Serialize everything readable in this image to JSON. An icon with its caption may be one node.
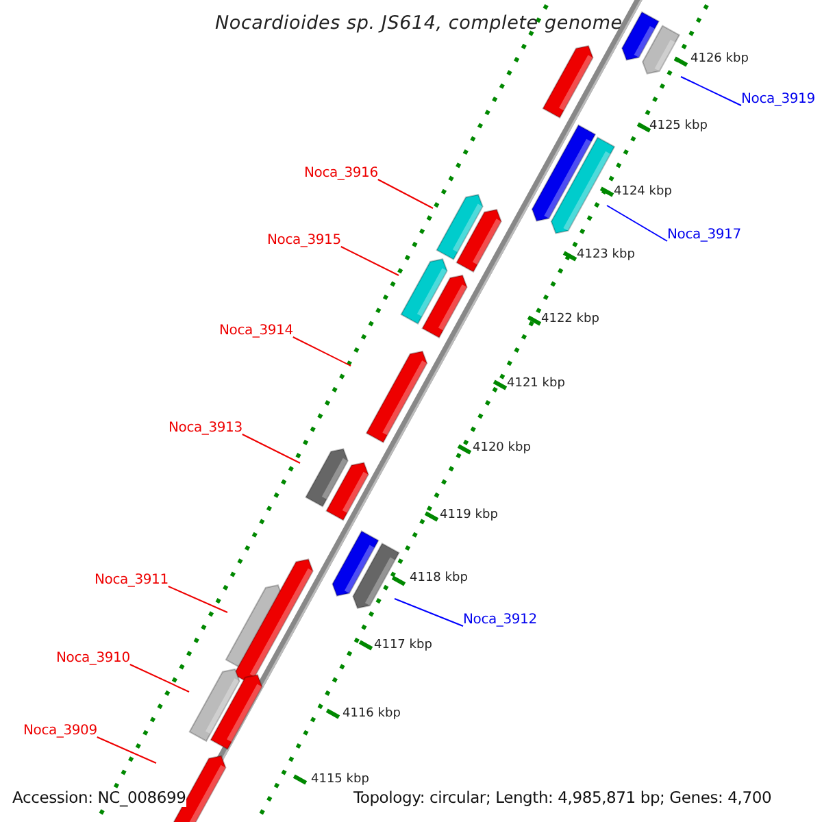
{
  "diagram": {
    "title": "Nocardioides sp. JS614, complete genome",
    "nodes": [
      {
        "text": [
          "Noca_3919"
        ]
      },
      {
        "text": [
          "Noca_3917"
        ]
      },
      {
        "text": [
          "Noca_3916"
        ]
      },
      {
        "text": [
          "Noca_3915"
        ]
      },
      {
        "text": [
          "Noca_3914"
        ]
      },
      {
        "text": [
          "Noca_3913"
        ]
      },
      {
        "text": [
          "Noca_3912"
        ]
      },
      {
        "text": [
          "Noca_3911"
        ]
      },
      {
        "text": [
          "Noca_3910"
        ]
      },
      {
        "text": [
          "Noca_3909"
        ]
      }
    ],
    "edges": [
      {
        "from": 0,
        "to": null,
        "arrow": "none",
        "color": "#0000ff"
      },
      {
        "from": 1,
        "to": null,
        "arrow": "none",
        "color": "#0000ff"
      },
      {
        "from": 2,
        "to": null,
        "arrow": "none"
      },
      {
        "from": 3,
        "to": null,
        "arrow": "none"
      },
      {
        "from": 4,
        "to": null,
        "arrow": "none"
      },
      {
        "from": 5,
        "to": null,
        "arrow": "none"
      },
      {
        "from": 6,
        "to": null,
        "arrow": "none",
        "color": "#0000ff"
      },
      {
        "from": 7,
        "to": null,
        "arrow": "none"
      },
      {
        "from": 8,
        "to": null,
        "arrow": "none"
      },
      {
        "from": 9,
        "to": null,
        "arrow": "none"
      }
    ],
    "labels": [
      "4126 kbp",
      "4125 kbp",
      "4124 kbp",
      "4123 kbp",
      "4122 kbp",
      "4121 kbp",
      "4120 kbp",
      "4119 kbp",
      "4118 kbp",
      "4117 kbp",
      "4116 kbp",
      "4115 kbp",
      "Accession: NC_008699",
      "Topology: circular; Length: 4,985,871 bp; Genes: 4,700"
    ]
  }
}
